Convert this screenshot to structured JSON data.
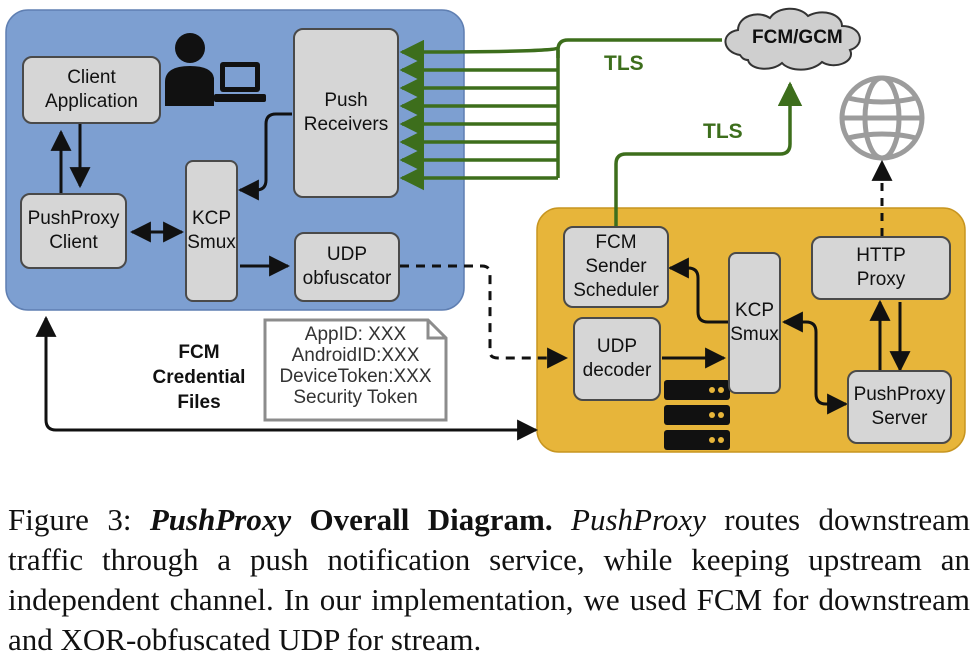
{
  "diagram": {
    "client_boxes": {
      "client_application": "Client\nApplication",
      "push_receivers": "Push\nReceivers",
      "pushproxy_client": "PushProxy\nClient",
      "kcp_smux_client": "KCP\nSmux",
      "udp_obfuscator": "UDP\nobfuscator"
    },
    "server_boxes": {
      "fcm_sender_scheduler": "FCM\nSender\nScheduler",
      "kcp_smux_server": "KCP\nSmux",
      "http_proxy": "HTTP\nProxy",
      "udp_decoder": "UDP\ndecoder",
      "pushproxy_server": "PushProxy\nServer"
    },
    "cloud_label": "FCM/GCM",
    "tls_label_top": "TLS",
    "tls_label_mid": "TLS",
    "credential_label": "FCM\nCredential\nFiles",
    "credential_lines": [
      "AppID: XXX",
      "AndroidID:XXX",
      "DeviceToken:XXX",
      "Security Token"
    ],
    "icons": [
      "user-laptop-icon",
      "globe-icon",
      "server-rack-icon",
      "cloud-icon"
    ],
    "colors": {
      "client_region": "#7d9fd1",
      "server_region": "#e7b53a",
      "tls_arrow": "#3d6e1c",
      "box_fill": "#d6d6d6"
    }
  },
  "caption": {
    "figure_label": "Figure 3:",
    "title_italic": "PushProxy",
    "title_rest": "Overall Diagram.",
    "body_italic": "PushProxy",
    "body_text": "routes downstream traffic through a push notification service, while keeping upstream an independent channel. In our implementation, we used FCM for downstream and XOR-obfuscated UDP for stream."
  }
}
